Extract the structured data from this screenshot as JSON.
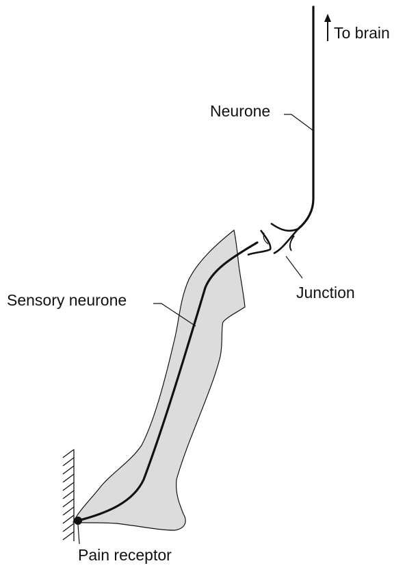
{
  "labels": {
    "to_brain": "To brain",
    "neurone": "Neurone",
    "junction": "Junction",
    "sensory_neurone": "Sensory neurone",
    "pain_receptor": "Pain receptor"
  },
  "colors": {
    "line": "#111111",
    "leg_fill": "#dcdcdc",
    "background": "#ffffff"
  }
}
